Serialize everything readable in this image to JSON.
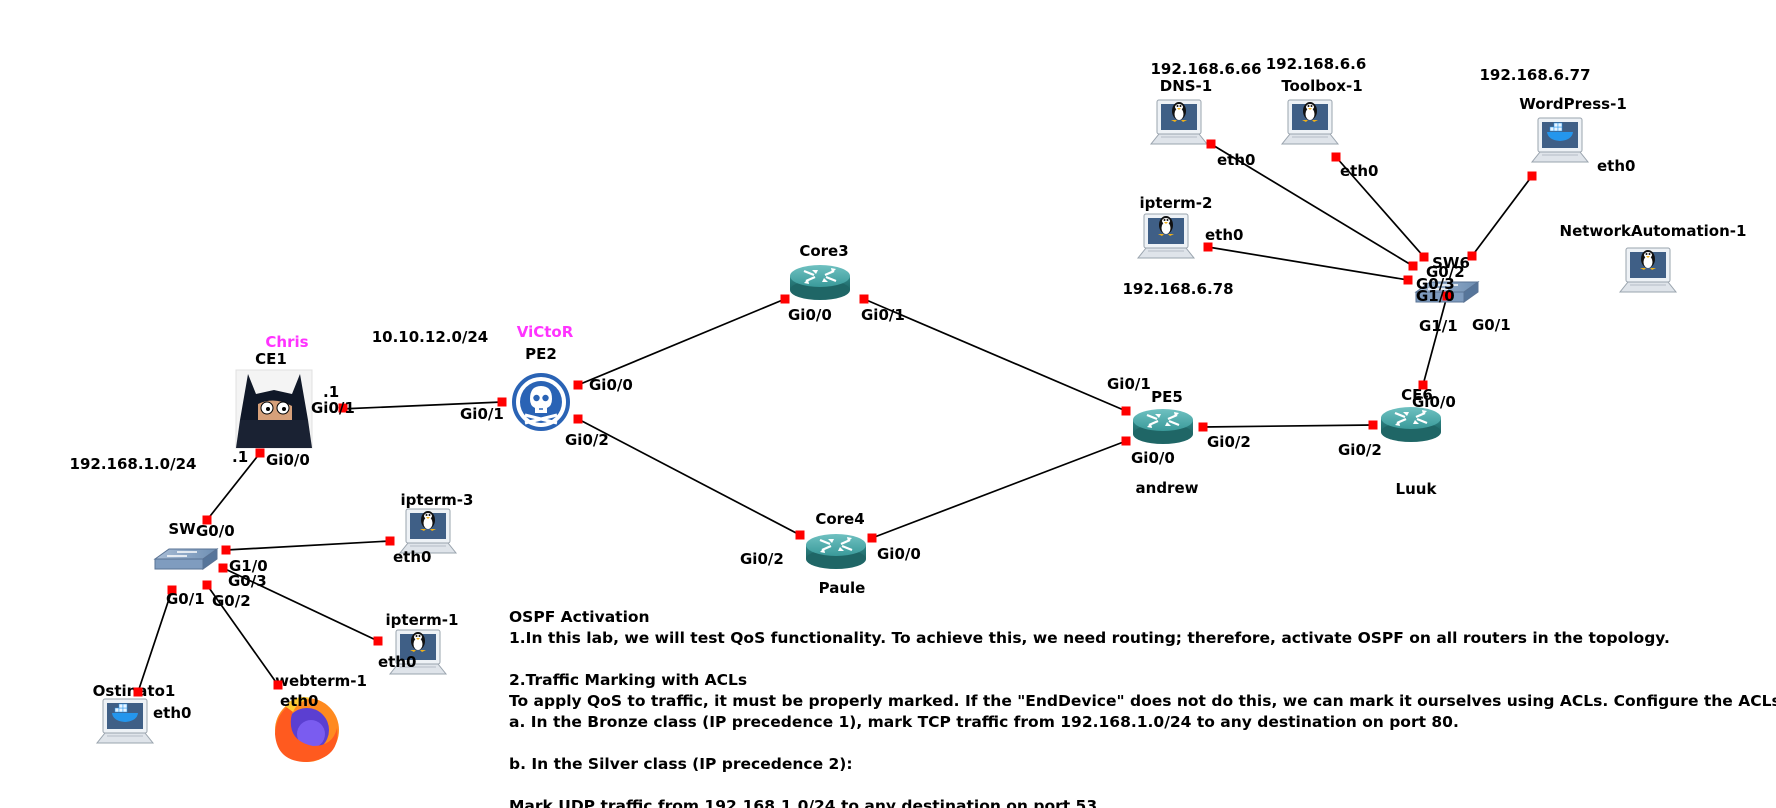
{
  "colors": {
    "router": "#2f8d8d",
    "link": "#000000",
    "port": "#ff0000",
    "user_label": "#ff33ff",
    "switch": "#6e8fb3"
  },
  "subnets": {
    "core_link": "10.10.12.0/24",
    "lan": "192.168.1.0/24"
  },
  "users": {
    "ce1": "Chris",
    "pe2": "ViCtoR",
    "pe5": "andrew",
    "ce6": "Luuk",
    "core4": "Paule"
  },
  "nodes": {
    "ce1": "CE1",
    "pe2": "PE2",
    "core3": "Core3",
    "core4": "Core4",
    "pe5": "PE5",
    "ce6": "CE6",
    "sw_left": "SW",
    "sw_right": "SW6",
    "ipterm3": "ipterm-3",
    "ipterm1": "ipterm-1",
    "webterm1": "webterm-1",
    "ostinato": "Ostinato1",
    "dns1": "DNS-1",
    "toolbox1": "Toolbox-1",
    "wordpress1": "WordPress-1",
    "ipterm2": "ipterm-2",
    "netauto": "NetworkAutomation-1"
  },
  "ips": {
    "dns1": "192.168.6.66",
    "toolbox1": "192.168.6.6",
    "wordpress1": "192.168.6.77",
    "ipterm2": "192.168.6.78"
  },
  "interfaces": {
    "ce1_gi01": "Gi0/1",
    "ce1_gi00": "Gi0/0",
    "ce1_dot1a": ".1",
    "ce1_dot1b": ".1",
    "pe2_gi01": "Gi0/1",
    "pe2_gi00": "Gi0/0",
    "pe2_gi02": "Gi0/2",
    "core3_gi00": "Gi0/0",
    "core3_gi01": "Gi0/1",
    "core4_gi02": "Gi0/2",
    "core4_gi00": "Gi0/0",
    "pe5_gi01": "Gi0/1",
    "pe5_gi00": "Gi0/0",
    "pe5_gi02": "Gi0/2",
    "ce6_gi02": "Gi0/2",
    "ce6_gi00": "Gi0/0",
    "sw_g00": "G0/0",
    "sw_g10": "G1/0",
    "sw_g03": "G0/3",
    "sw_g01": "G0/1",
    "sw_g02": "G0/2",
    "sw6_g02": "G0/2",
    "sw6_g03": "G0/3",
    "sw6_g10": "G1/0",
    "sw6_g11": "G1/1",
    "sw6_g01": "G0/1",
    "eth0_ipterm3": "eth0",
    "eth0_ipterm1": "eth0",
    "eth0_webterm1": "eth0",
    "eth0_ostinato": "eth0",
    "eth0_dns1": "eth0",
    "eth0_toolbox1": "eth0",
    "eth0_wordpress1": "eth0",
    "eth0_ipterm2": "eth0"
  },
  "notes": {
    "title": "OSPF Activation",
    "line1": "1.In this lab, we will test QoS functionality. To achieve this, we need routing; therefore, activate OSPF on all routers in the topology.",
    "line2": "2.Traffic Marking with ACLs",
    "line3": "To apply QoS to traffic, it must be properly marked. If the \"EndDevice\" does not do this, we can mark it ourselves using ACLs. Configure the ACLs to",
    "line4": "a. In the Bronze class (IP precedence 1), mark TCP traffic from 192.168.1.0/24 to any destination on port 80.",
    "line5": "b. In the Silver class (IP precedence 2):",
    "line6": "Mark UDP traffic from 192.168.1.0/24 to any destination on port 53."
  }
}
